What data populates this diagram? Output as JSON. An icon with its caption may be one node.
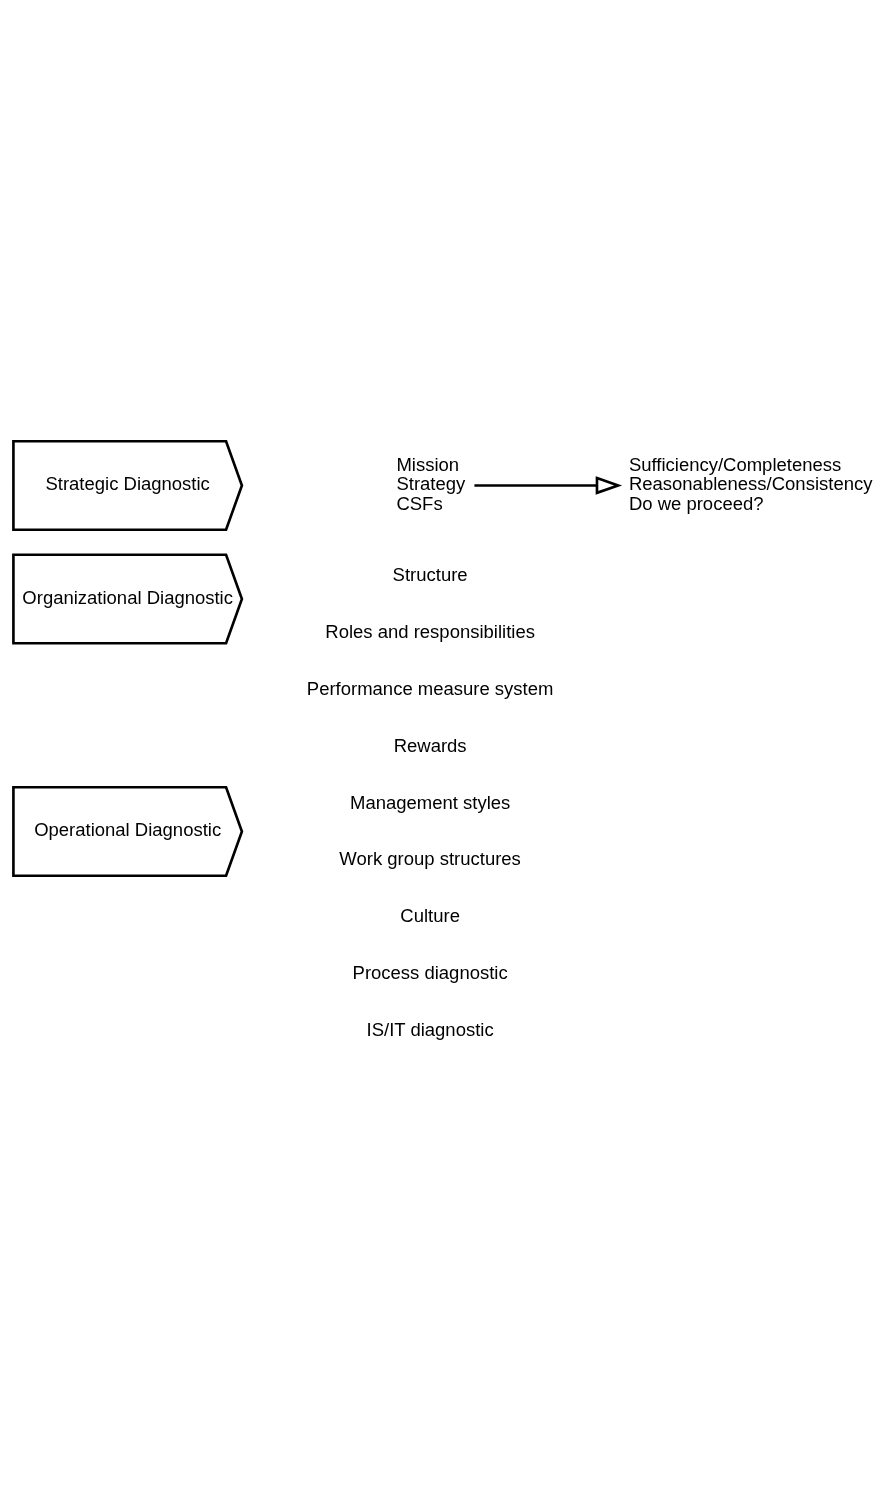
{
  "diagram": {
    "nodes": [
      {
        "text": [
          "Strategic Diagnostic"
        ]
      },
      {
        "text": [
          "Mission",
          "Strategy",
          "CSFs"
        ]
      },
      {
        "text": [
          "Sufficiency/Completeness",
          "Reasonableness/Consistency",
          "Do we proceed?"
        ]
      },
      {
        "text": [
          "Organizational Diagnostic"
        ]
      },
      {
        "text": [
          "Operational Diagnostic"
        ]
      }
    ],
    "edges": [
      {
        "from": 1,
        "to": 2,
        "arrow": "to"
      }
    ],
    "labels": [
      "Structure",
      "Roles and responsibilities",
      "Performance measure system",
      "Rewards",
      "Management styles",
      "Work group structures",
      "Culture",
      "Process diagnostic",
      "IS/IT diagnostic"
    ]
  }
}
